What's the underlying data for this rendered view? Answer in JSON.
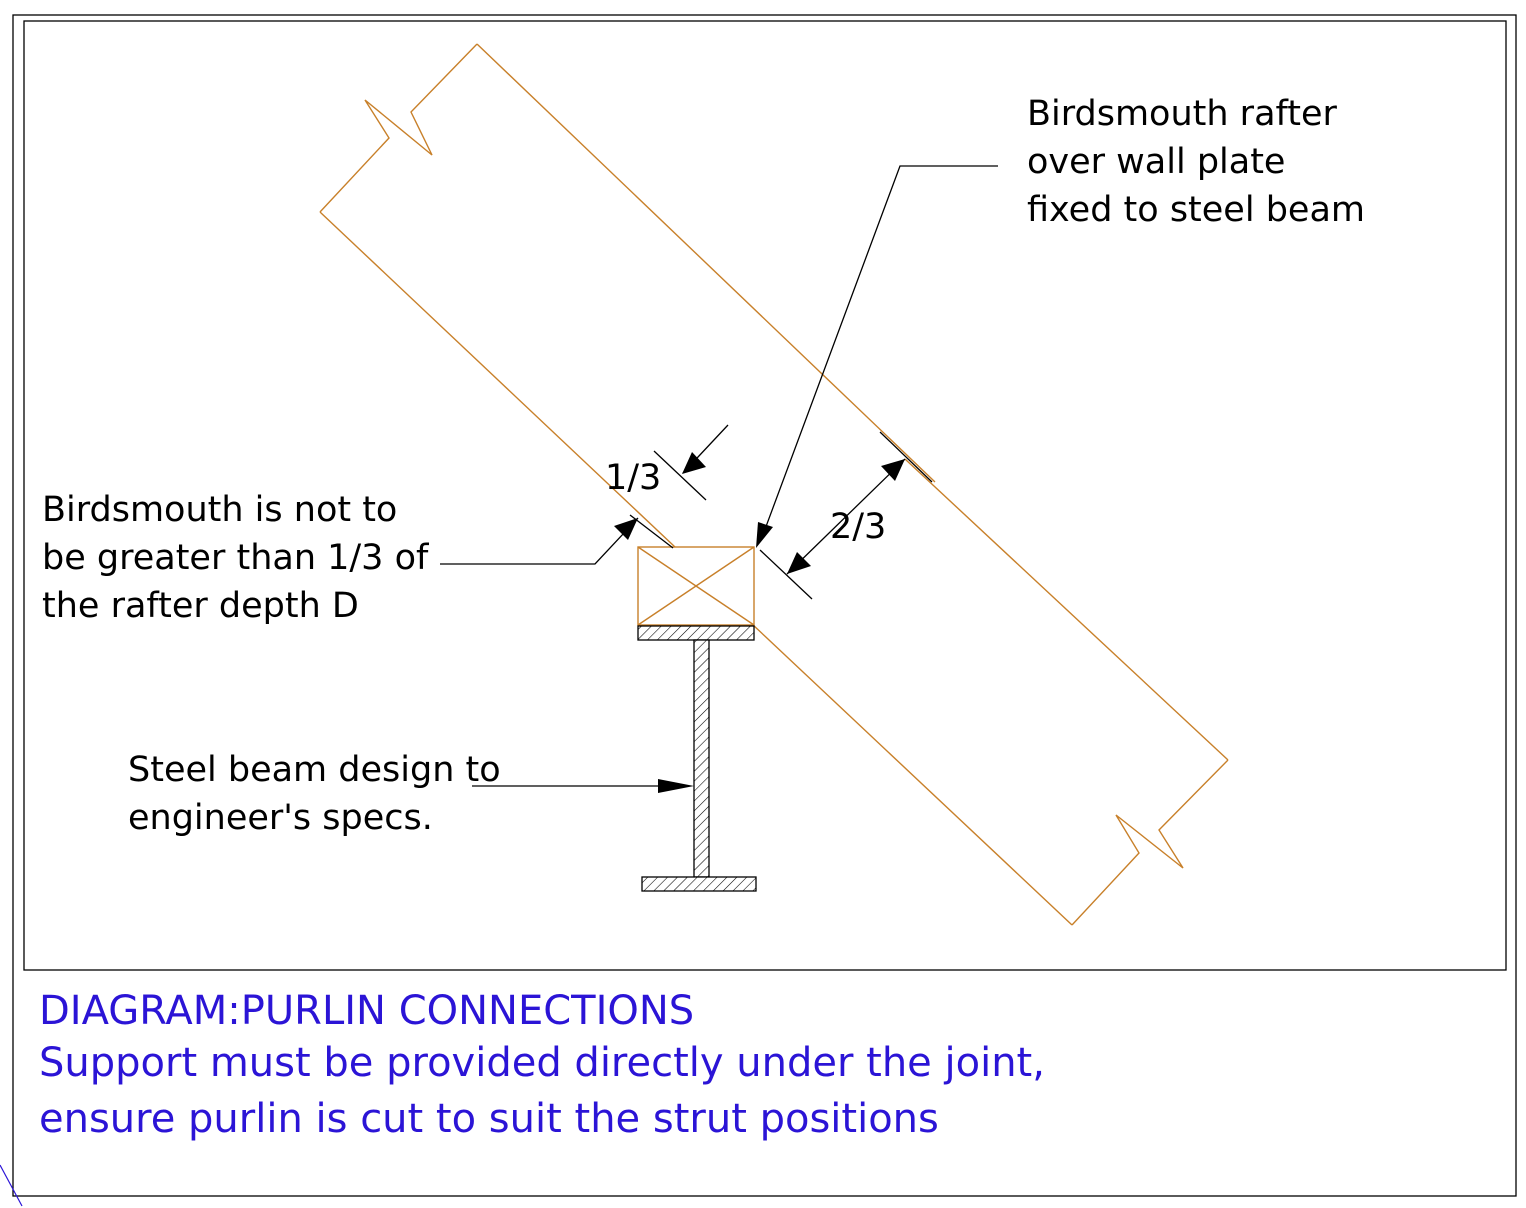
{
  "labels": {
    "birdsmouth_note": [
      "Birdsmouth rafter",
      "over wall plate",
      "fixed to steel beam"
    ],
    "depth_note": [
      "Birdsmouth is not to",
      "be greater than 1/3 of",
      "the rafter depth D"
    ],
    "steel_note": [
      "Steel beam design to",
      "engineer's specs."
    ],
    "dim_one_third": "1/3",
    "dim_two_thirds": "2/3"
  },
  "caption": {
    "title": "DIAGRAM:PURLIN CONNECTIONS",
    "line1": "Support must be provided directly under the joint,",
    "line2": "ensure purlin is cut to suit the strut positions"
  },
  "colors": {
    "timber": "#c8802a",
    "caption": "#2b14d6",
    "linework": "#000000"
  }
}
